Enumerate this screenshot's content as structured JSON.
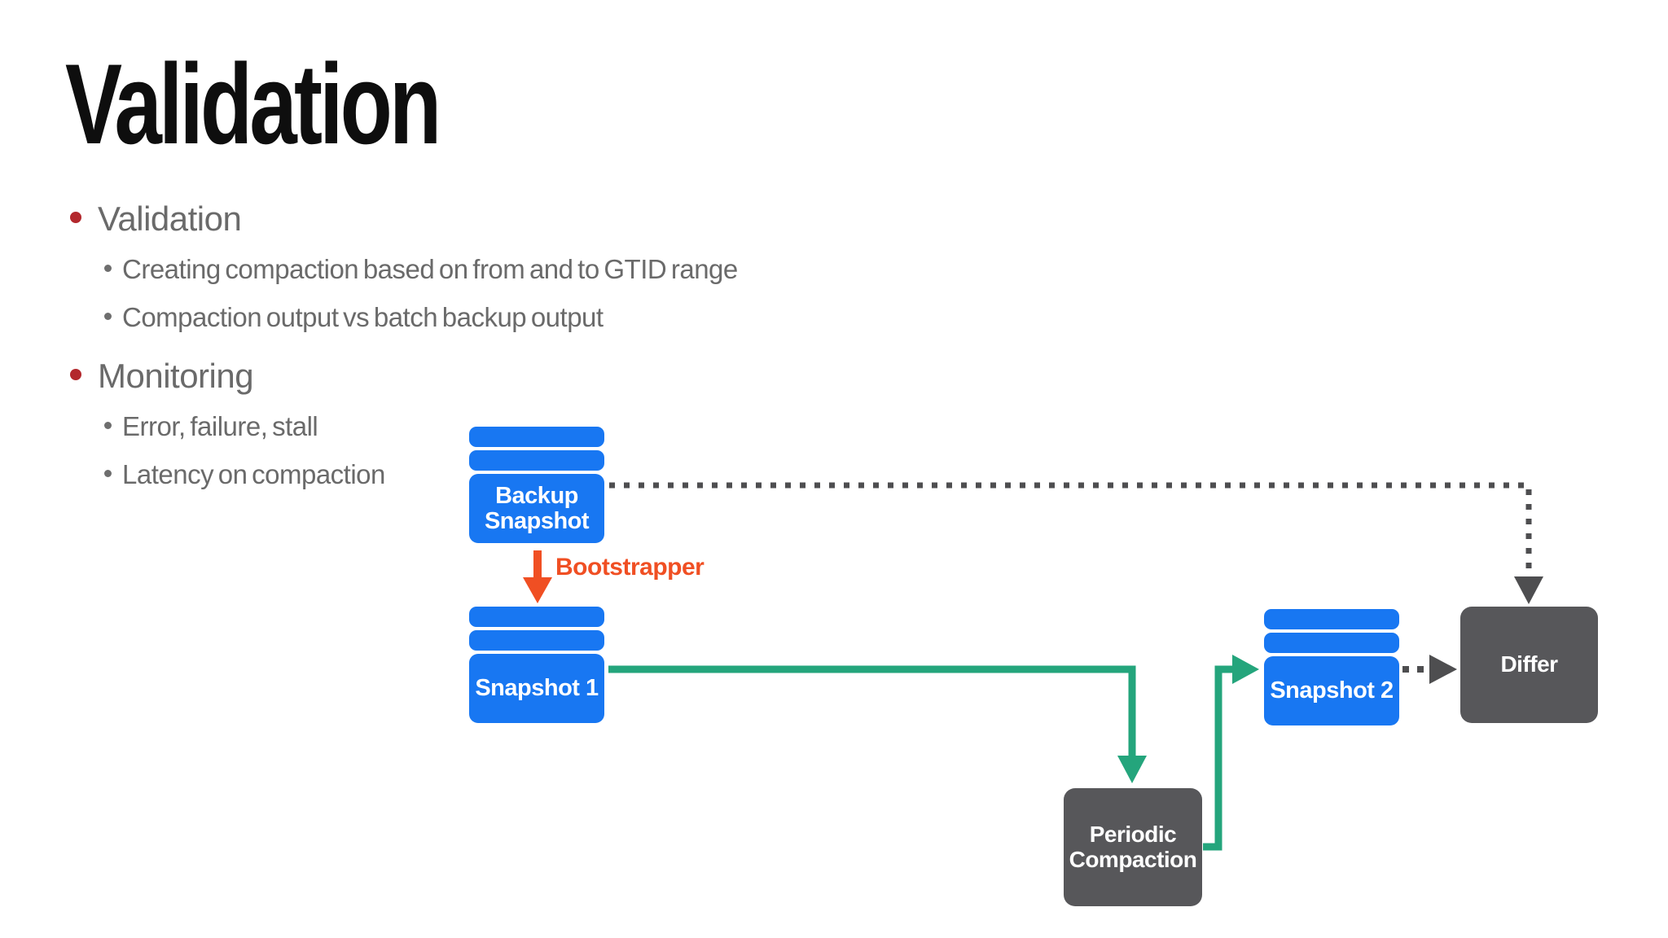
{
  "slide": {
    "title": "Validation",
    "bullets": [
      {
        "label": "Validation",
        "children": [
          "Creating compaction based on from and to GTID range",
          "Compaction output vs batch backup output"
        ]
      },
      {
        "label": "Monitoring",
        "children": [
          "Error, failure, stall",
          "Latency on compaction"
        ]
      }
    ]
  },
  "diagram": {
    "nodes": [
      {
        "id": "backup-snapshot",
        "type": "database",
        "label": "Backup\nSnapshot"
      },
      {
        "id": "snapshot-1",
        "type": "database",
        "label": "Snapshot 1"
      },
      {
        "id": "snapshot-2",
        "type": "database",
        "label": "Snapshot 2"
      },
      {
        "id": "periodic-compaction",
        "type": "process",
        "label": "Periodic\nCompaction"
      },
      {
        "id": "differ",
        "type": "process",
        "label": "Differ"
      }
    ],
    "edges": [
      {
        "from": "backup-snapshot",
        "to": "snapshot-1",
        "style": "solid-arrow",
        "color": "#F04F23",
        "label": "Bootstrapper"
      },
      {
        "from": "backup-snapshot",
        "to": "differ",
        "style": "dotted-arrow",
        "color": "#4E4E50",
        "label": ""
      },
      {
        "from": "snapshot-1",
        "to": "periodic-compaction",
        "style": "solid-arrow",
        "color": "#24A57C",
        "label": ""
      },
      {
        "from": "periodic-compaction",
        "to": "snapshot-2",
        "style": "solid-arrow",
        "color": "#24A57C",
        "label": ""
      },
      {
        "from": "snapshot-2",
        "to": "differ",
        "style": "dotted-arrow",
        "color": "#4E4E50",
        "label": ""
      }
    ]
  },
  "colors": {
    "database_fill": "#1877F2",
    "process_fill": "#57575A",
    "title_text": "#0E0E0E",
    "body_text": "#6A6A6A",
    "bullet_accent": "#B3282D",
    "bootstrapper_accent": "#F04F23",
    "flow_green": "#24A57C",
    "dotted_gray": "#4E4E50",
    "node_text": "#FFFFFF"
  }
}
